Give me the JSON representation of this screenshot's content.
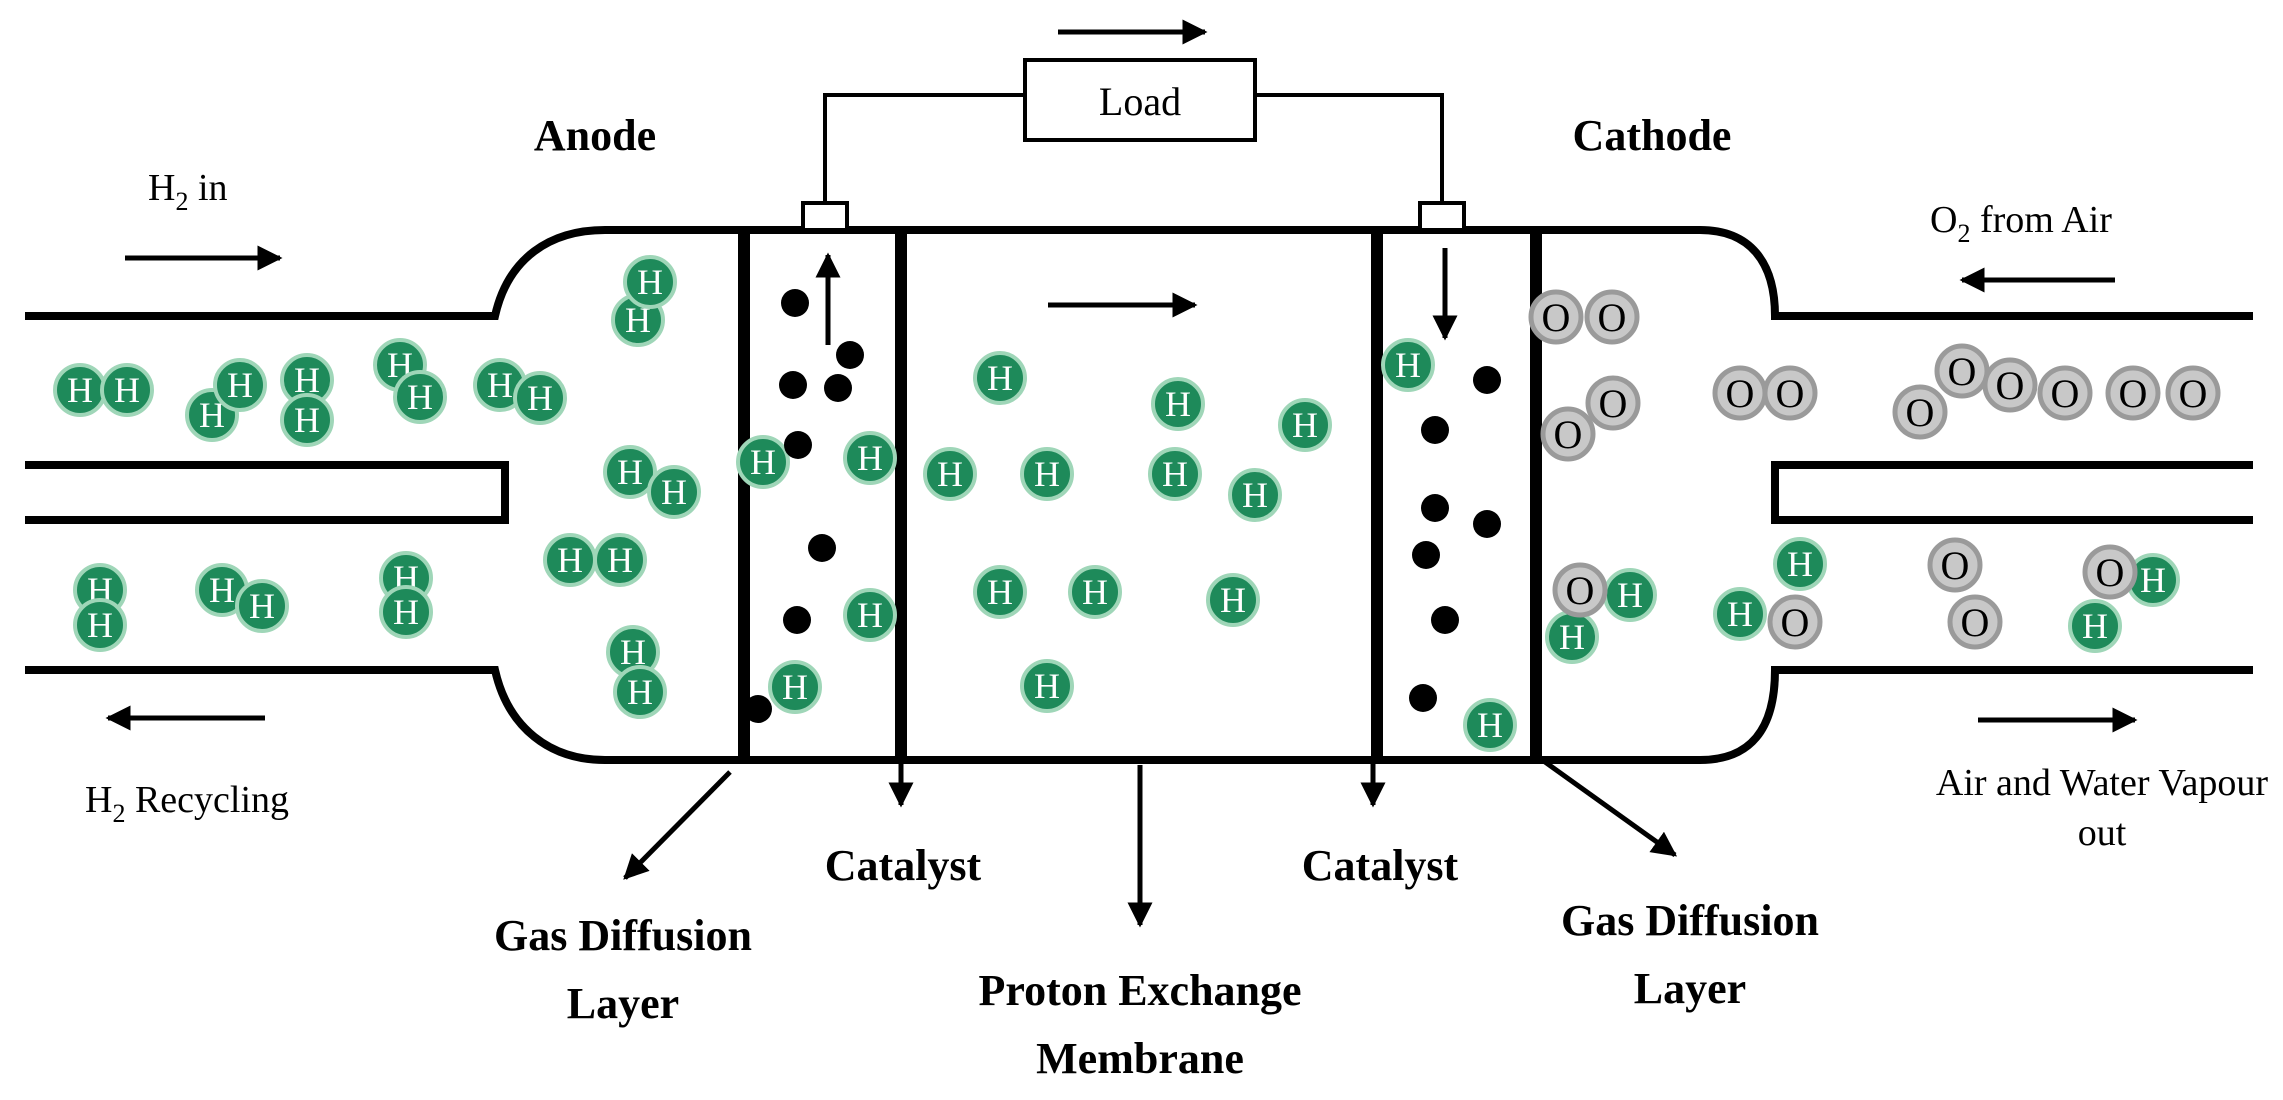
{
  "labels": {
    "anode": "Anode",
    "cathode": "Cathode",
    "load": "Load",
    "h2_in_main": "H",
    "h2_in_sub": "2",
    "h2_in_rest": " in",
    "o2_main": "O",
    "o2_sub": "2",
    "o2_rest": " from Air",
    "h2_recycling_main": "H",
    "h2_recycling_sub": "2",
    "h2_recycling_rest": " Recycling",
    "air_out_line1": "Air and Water Vapour",
    "air_out_line2": "out",
    "catalyst_left": "Catalyst",
    "catalyst_right": "Catalyst",
    "gdl_left_line1": "Gas Diffusion",
    "gdl_left_line2": "Layer",
    "gdl_right_line1": "Gas Diffusion",
    "gdl_right_line2": "Layer",
    "pem_line1": "Proton Exchange",
    "pem_line2": "Membrane"
  },
  "atoms": {
    "hydrogen_symbol": "H",
    "oxygen_symbol": "O"
  },
  "colors": {
    "hydrogen": "#1e8a5a",
    "hydrogen_ring": "#9fd6b8",
    "oxygen": "#c8c8c8",
    "oxygen_ring": "#9a9a9a",
    "electron": "#000000",
    "line": "#000000"
  }
}
